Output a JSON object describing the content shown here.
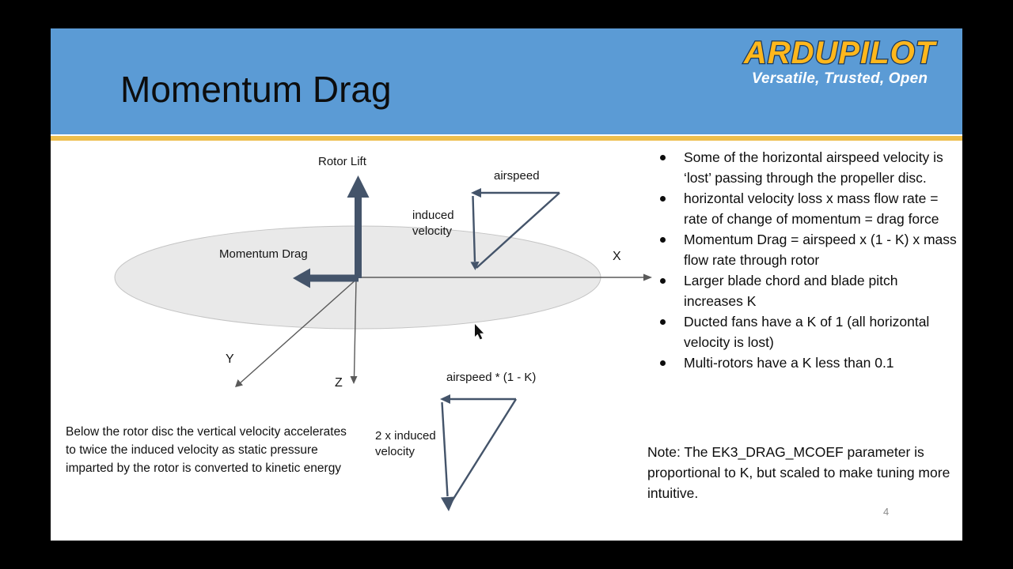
{
  "slide": {
    "title": "Momentum Drag",
    "page_number": "4"
  },
  "logo": {
    "brand": "ARDUPILOT",
    "tagline": "Versatile, Trusted, Open"
  },
  "diagram": {
    "rotor_lift": "Rotor Lift",
    "airspeed": "airspeed",
    "induced_velocity": "induced velocity",
    "momentum_drag": "Momentum Drag",
    "axis_x": "X",
    "axis_y": "Y",
    "axis_z": "Z",
    "airspeed_k": "airspeed * (1 - K)",
    "double_induced": "2 x induced velocity",
    "caption": "Below the rotor disc the vertical velocity accelerates to twice the induced velocity as static pressure imparted by the rotor is converted to kinetic energy"
  },
  "right_panel": {
    "bullets": [
      "Some of the horizontal airspeed velocity is ‘lost’ passing through the propeller disc.",
      "horizontal velocity loss x mass flow rate = rate of change of momentum = drag force",
      "Momentum Drag =  airspeed x (1 - K) x mass flow rate through rotor",
      "Larger blade chord and blade pitch increases K",
      "Ducted fans have a K of 1 (all horizontal velocity is lost)",
      "Multi-rotors have a K less than 0.1"
    ],
    "note": "Note: The EK3_DRAG_MCOEF parameter is proportional to K, but scaled to make tuning more intuitive."
  },
  "colors": {
    "header-blue": "#5b9bd5",
    "gold": "#edbe4c",
    "arrow": "#44546a",
    "axis": "#5a5a5a",
    "disc-fill": "#e9e9e9",
    "disc-stroke": "#c4c4c4",
    "logo-gold": "#ffb71c",
    "logo-outline": "#1b3b60",
    "page-number-gray": "#8a8a8a"
  }
}
